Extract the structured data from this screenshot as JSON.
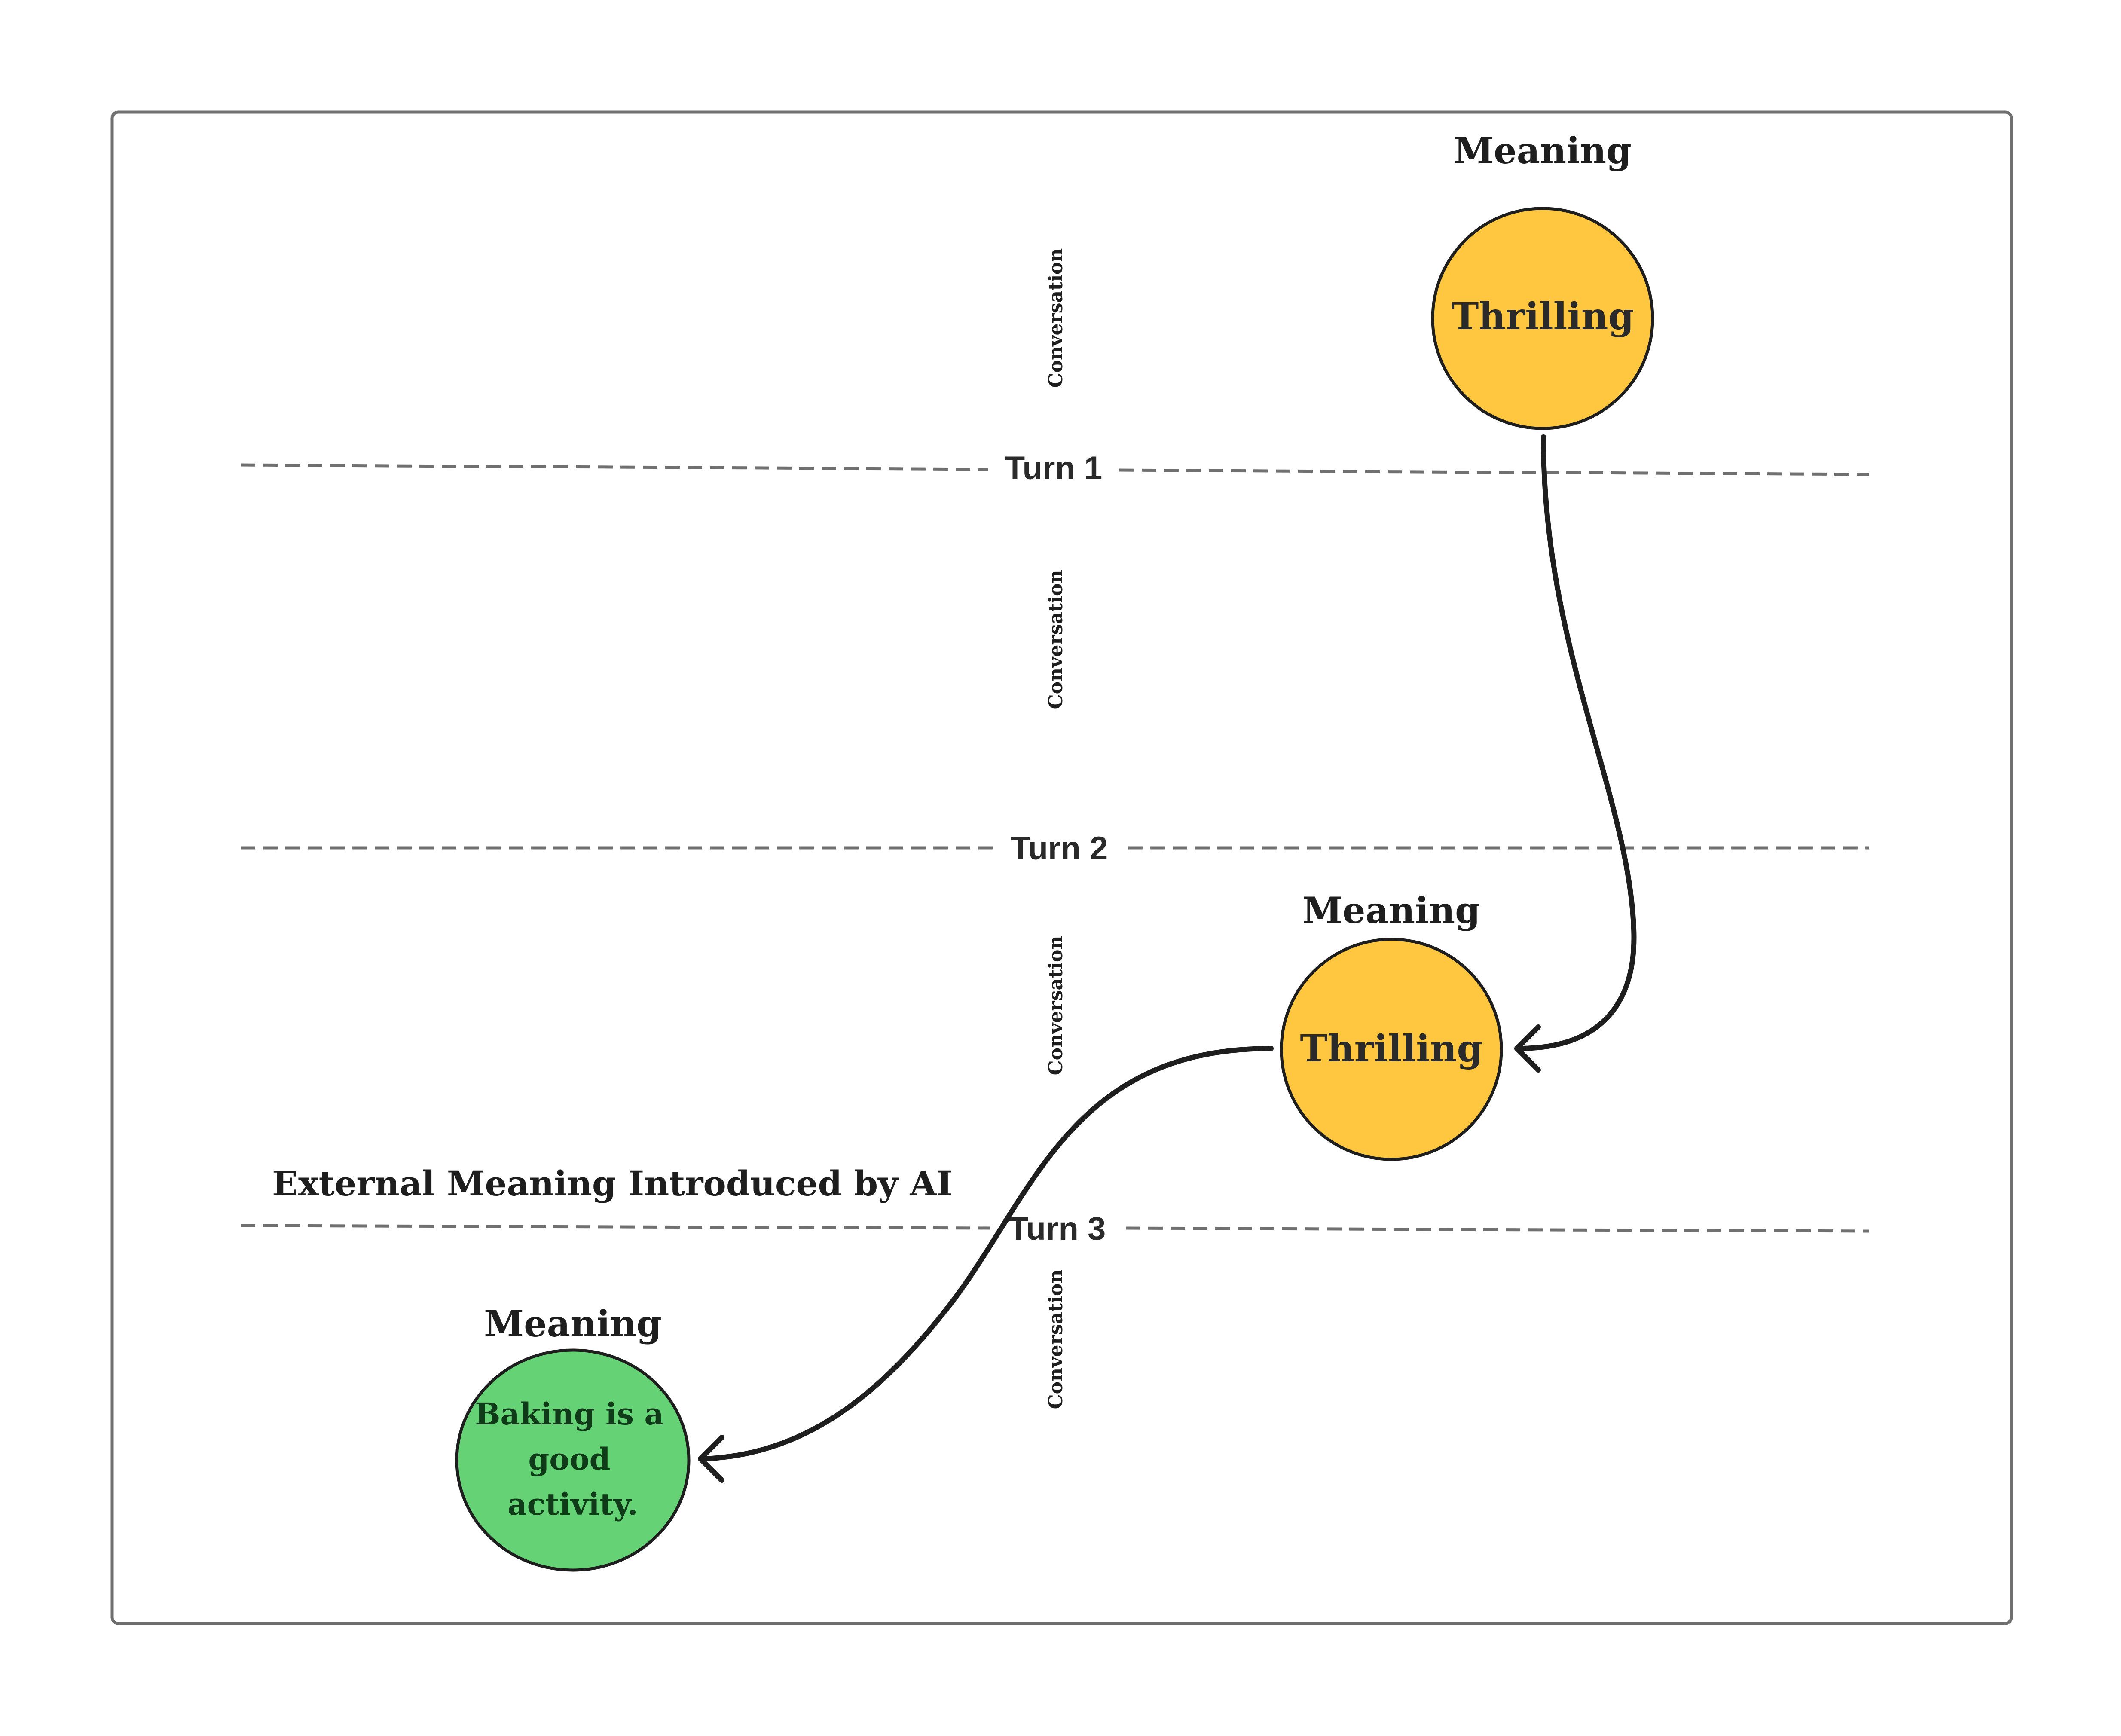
{
  "turns": [
    {
      "id": "turn-1",
      "label": "Turn 1"
    },
    {
      "id": "turn-2",
      "label": "Turn 2"
    },
    {
      "id": "turn-3",
      "label": "Turn 3"
    }
  ],
  "conversation_labels": [
    "Conversation",
    "Conversation",
    "Conversation",
    "Conversation"
  ],
  "meaning_nodes": [
    {
      "heading": "Meaning",
      "lines": [
        "Thrilling"
      ],
      "color": "#FEC73F"
    },
    {
      "heading": "Meaning",
      "lines": [
        "Thrilling"
      ],
      "color": "#FEC73F"
    },
    {
      "heading": "Meaning",
      "lines": [
        "Baking is a",
        "good",
        "activity."
      ],
      "color": "#65D375"
    }
  ],
  "external_label": "External Meaning Introduced by AI",
  "colors": {
    "stroke": "#1e1e1e",
    "dash": "#707070",
    "frame": "#6f6f6f",
    "yellow": "#FEC73F",
    "green": "#65D375",
    "green_text": "#0f3b18"
  }
}
